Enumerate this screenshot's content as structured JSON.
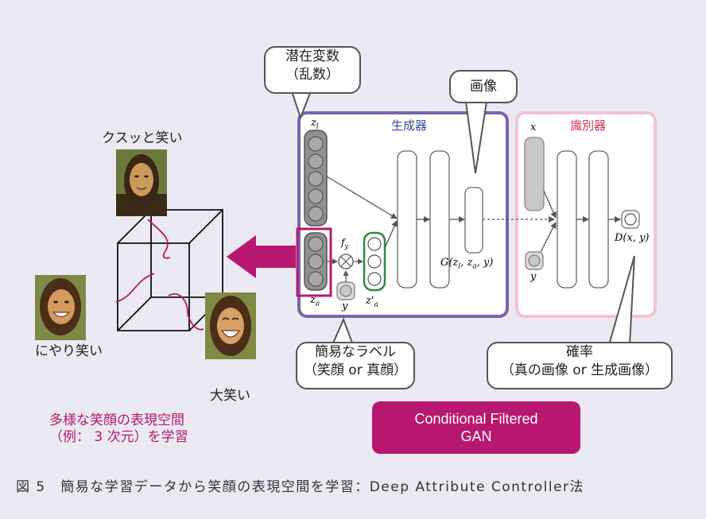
{
  "callouts": {
    "latent": "潜在変数\n（乱数）",
    "image": "画像",
    "label": "簡易なラベル\n（笑顔 or 真顔）",
    "prob": "確率\n（真の画像 or 生成画像）"
  },
  "generator": {
    "title": "生成器",
    "zl": "z",
    "zl_sub": "l",
    "za": "z",
    "za_sub": "a",
    "fy": "f",
    "fy_sub": "y",
    "y": "y",
    "zpa": "z'",
    "zpa_sub": "a",
    "output": "G(z",
    "output_sub1": "l",
    "output_mid": ", z",
    "output_sub2": "a",
    "output_end": ", y)"
  },
  "discriminator": {
    "title": "識別器",
    "x": "x",
    "y": "y",
    "output": "D(x, y)"
  },
  "faces": {
    "smirk": "クスッと笑い",
    "grin": "にやり笑い",
    "laugh": "大笑い"
  },
  "space_text": "多様な笑顔の表現空間\n（例： 3 次元）を学習",
  "conditional": "Conditional Filtered\nGAN",
  "caption": "図 5　簡易な学習データから笑顔の表現空間を学習：Deep Attribute Controller法",
  "colors": {
    "generator_border": "#7b63ae",
    "discriminator_border": "#f2c4d6",
    "magenta": "#b8176f",
    "green": "#2e8b3e",
    "title_blue": "#3a4d9c",
    "title_red": "#d9324f"
  }
}
